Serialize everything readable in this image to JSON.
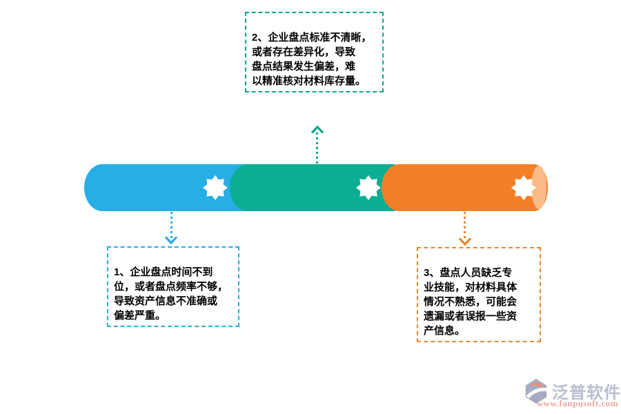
{
  "page": {
    "background": "#ffffff"
  },
  "diagram": {
    "pipeline": {
      "segments": [
        {
          "name": "stage-1",
          "color": "#27AEE5"
        },
        {
          "name": "stage-2",
          "color": "#0BAE93"
        },
        {
          "name": "stage-3",
          "color": "#F57F28"
        }
      ],
      "end_cap_color": "#F9BC88",
      "star_color": "#FFFFFF"
    },
    "text_color": "#000000",
    "callouts": [
      {
        "number": "1",
        "text": "1、企业盘点时间不到\n位，或者盘点频率不够，\n导致资产信息不准确或\n偏差严重。",
        "border_color": "#29ABE2",
        "arrow_color": "#29ABE2"
      },
      {
        "number": "2",
        "text": "2、企业盘点标准不清晰，\n或者存在差异化，导致\n盘点结果发生偏差，难\n以精准核对材料库存量。",
        "border_color": "#0DA48A",
        "arrow_color": "#0DA48A"
      },
      {
        "number": "3",
        "text": "3、盘点人员缺乏专\n业技能，对材料具体\n情况不熟悉，可能会\n遗漏或者误报一些资\n产信息。",
        "border_color": "#E8872F",
        "arrow_color": "#E8872F"
      }
    ]
  },
  "footer": {
    "brand": "泛普软件",
    "brand_color": "#B9BED1",
    "url": "www.fanpusoft.com",
    "url_color": "#EAA89E",
    "icon_body_color": "#A6ABC0",
    "icon_accent_color": "#E8907B"
  }
}
